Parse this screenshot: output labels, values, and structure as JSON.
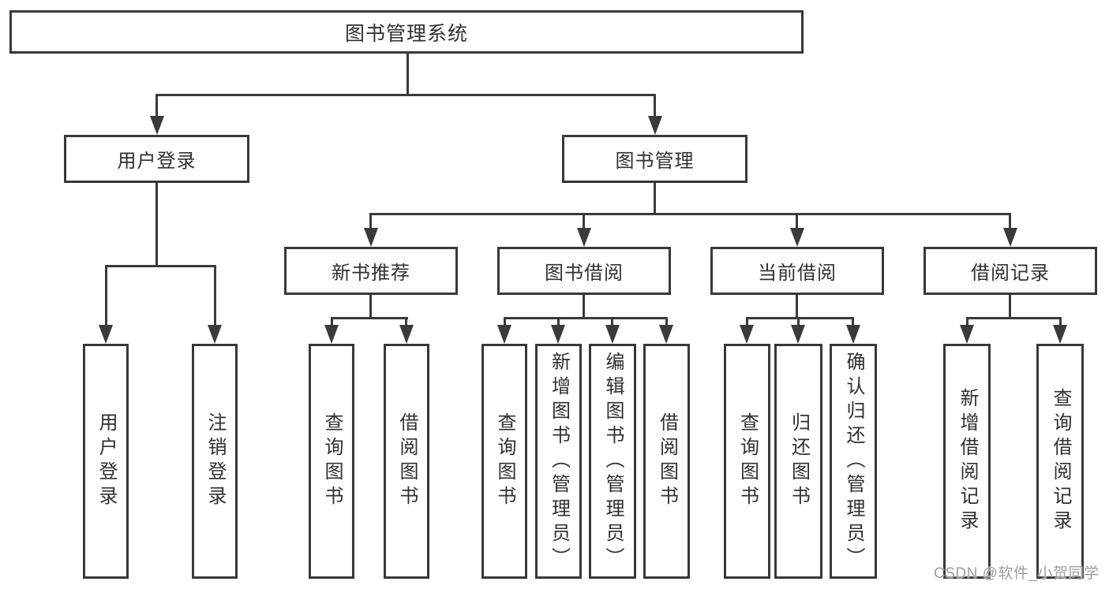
{
  "colors": {
    "line": "#3a3a3a",
    "border": "#383838",
    "text": "#303030",
    "background": "#ffffff",
    "watermark": "#9d9d9d"
  },
  "watermark": {
    "text": "CSDN @软件_小贺同学"
  },
  "tree": {
    "root": {
      "label": "图书管理系统"
    },
    "children": [
      {
        "label": "用户登录",
        "children": [
          {
            "label": "用户登录"
          },
          {
            "label": "注销登录"
          }
        ]
      },
      {
        "label": "图书管理",
        "children": [
          {
            "label": "新书推荐",
            "children": [
              {
                "label": "查询图书"
              },
              {
                "label": "借阅图书"
              }
            ]
          },
          {
            "label": "图书借阅",
            "children": [
              {
                "label": "查询图书"
              },
              {
                "label": "新增图书（管理员）"
              },
              {
                "label": "编辑图书（管理员）"
              },
              {
                "label": "借阅图书"
              }
            ]
          },
          {
            "label": "当前借阅",
            "children": [
              {
                "label": "查询图书"
              },
              {
                "label": "归还图书"
              },
              {
                "label": "确认归还（管理员）"
              }
            ]
          },
          {
            "label": "借阅记录",
            "children": [
              {
                "label": "新增借阅记录"
              },
              {
                "label": "查询借阅记录"
              }
            ]
          }
        ]
      }
    ]
  }
}
